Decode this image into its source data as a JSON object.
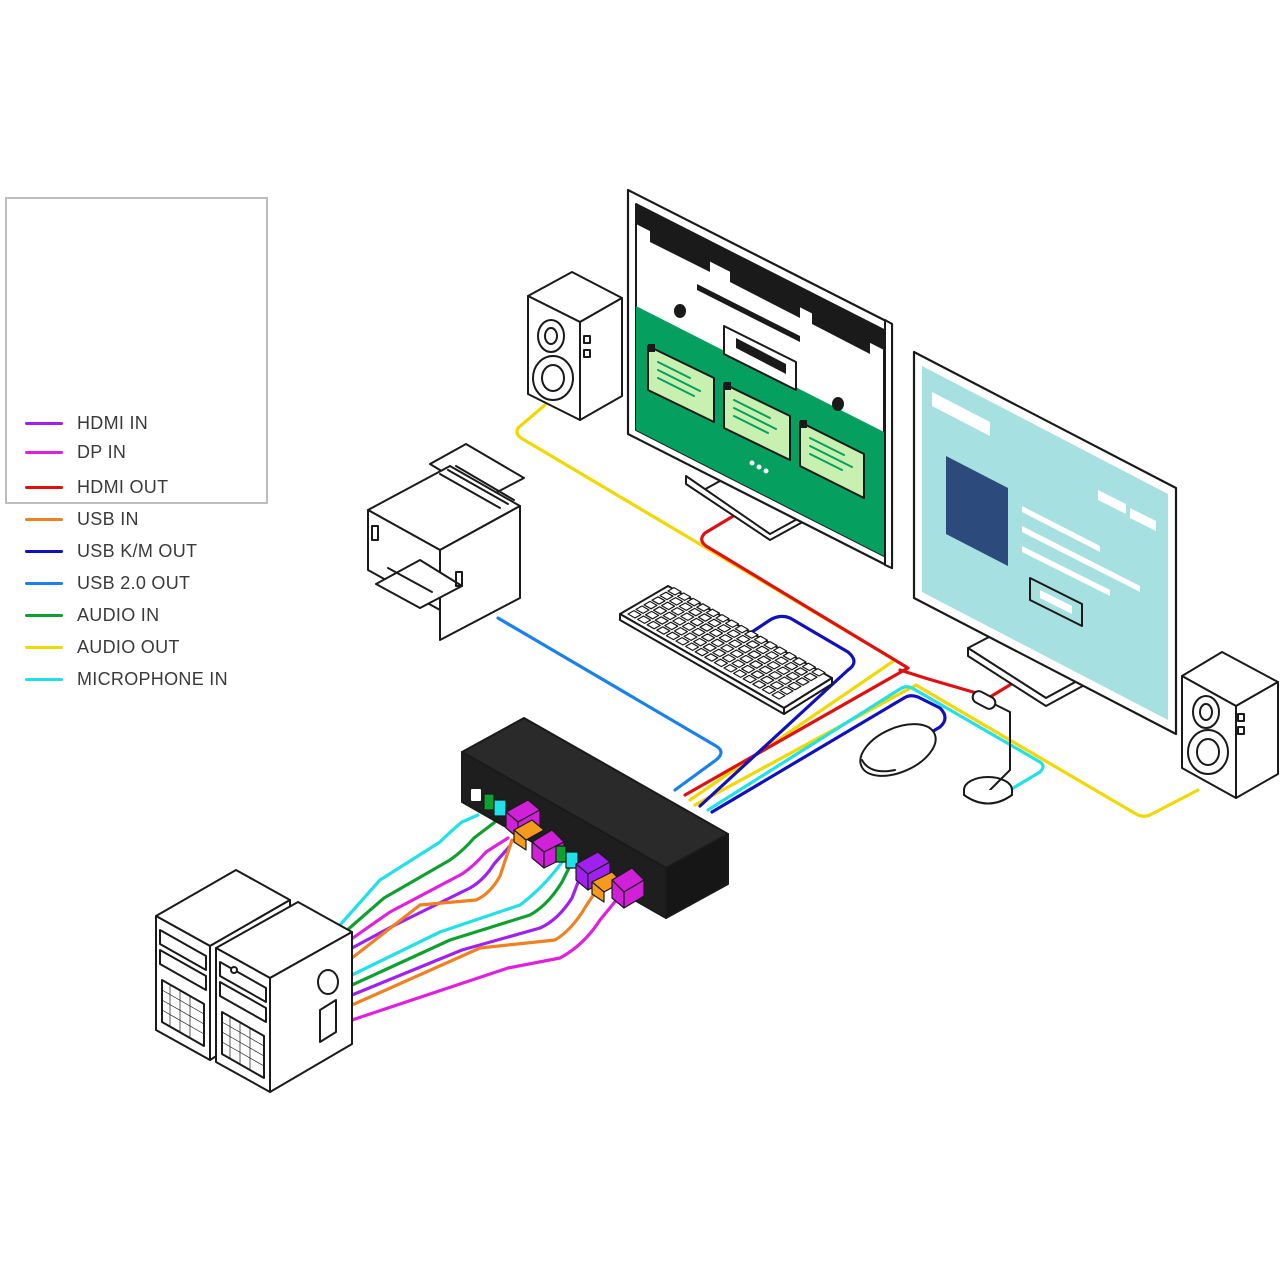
{
  "legend": {
    "items": [
      {
        "label": "HDMI IN",
        "color": "#a020f0"
      },
      {
        "label": "DP IN",
        "color": "#e020e0"
      },
      {
        "label": "HDMI OUT",
        "color": "#e01010"
      },
      {
        "label": "USB IN",
        "color": "#f08020"
      },
      {
        "label": "USB K/M OUT",
        "color": "#1010c0"
      },
      {
        "label": "USB 2.0 OUT",
        "color": "#1a80ee"
      },
      {
        "label": "AUDIO IN",
        "color": "#10a030"
      },
      {
        "label": "AUDIO OUT",
        "color": "#f0d800"
      },
      {
        "label": "MICROPHONE IN",
        "color": "#20e0e8"
      }
    ]
  },
  "devices": {
    "kvm_switch": {
      "icon": "kvm-switch-icon"
    },
    "computer_1": {
      "icon": "computer-tower-icon"
    },
    "computer_2": {
      "icon": "computer-tower-icon"
    },
    "monitor_1": {
      "icon": "monitor-icon"
    },
    "monitor_2": {
      "icon": "monitor-icon"
    },
    "speaker_left": {
      "icon": "speaker-icon"
    },
    "speaker_right": {
      "icon": "speaker-icon"
    },
    "printer": {
      "icon": "printer-icon"
    },
    "keyboard": {
      "icon": "keyboard-icon"
    },
    "mouse": {
      "icon": "mouse-icon"
    },
    "microphone": {
      "icon": "microphone-icon"
    }
  },
  "colors": {
    "switch_body": "#1e1e1e",
    "screen_green": "#05a060",
    "screen_cyan": "#a6e0e0",
    "screen_block": "#2c4a7c",
    "note_green": "#c8f0b0",
    "connector_magenta": "#d020d8",
    "connector_orange": "#f59a1c"
  }
}
